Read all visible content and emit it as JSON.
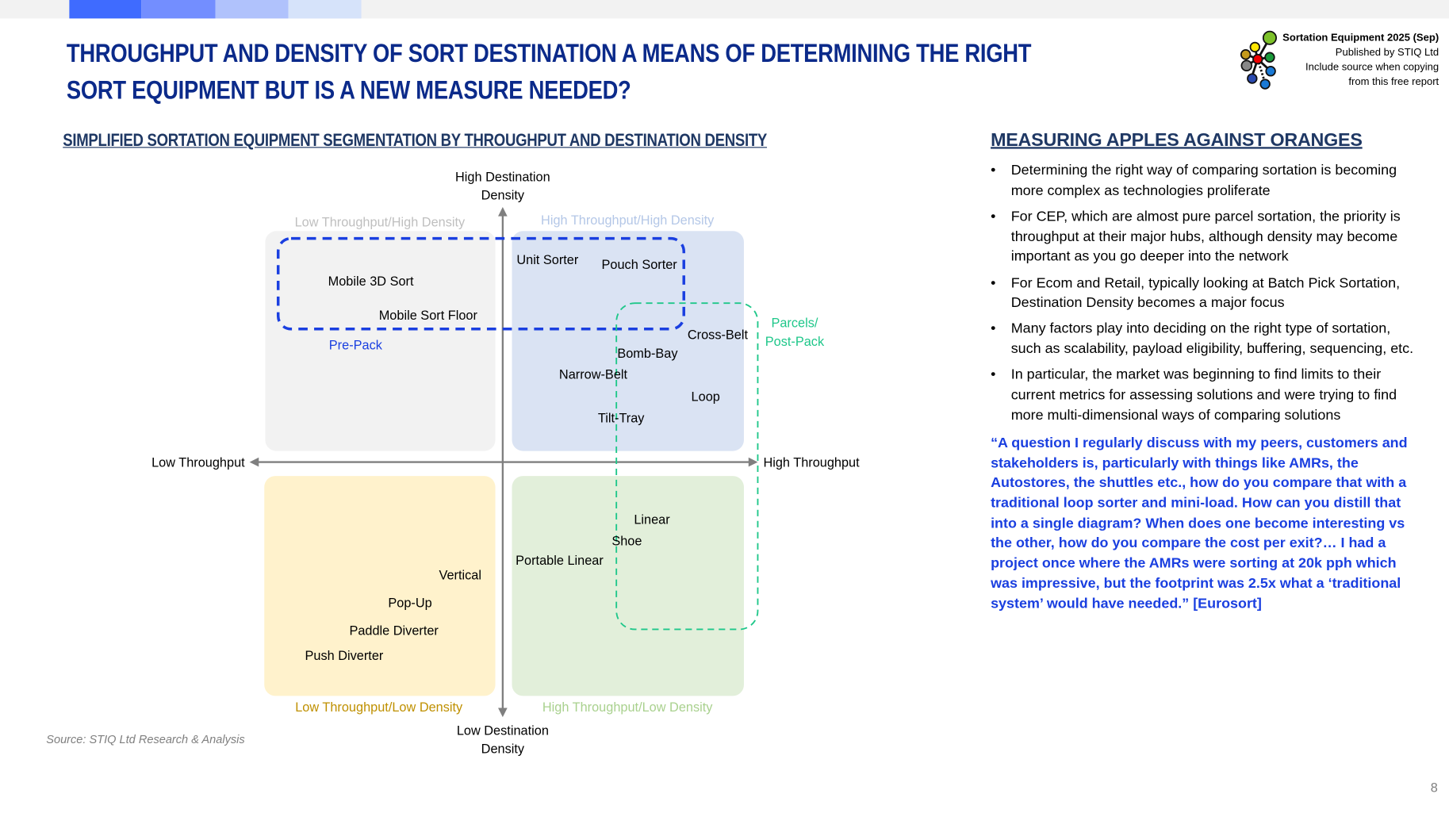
{
  "header": {
    "title_line1": "THROUGHPUT AND DENSITY OF SORT DESTINATION A MEANS OF DETERMINING THE RIGHT",
    "title_line2": "SORT EQUIPMENT BUT IS A NEW MEASURE NEEDED?",
    "progress_colors": [
      "#3f6bff",
      "#738eff",
      "#b0c2fc",
      "#d6e3fa"
    ]
  },
  "logo": {
    "line1": "Sortation Equipment 2025 (Sep)",
    "line2": "Published by STIQ Ltd",
    "line3": "Include source when copying",
    "line4": "from this free report"
  },
  "chart": {
    "subtitle": "SIMPLIFIED SORTATION EQUIPMENT SEGMENTATION BY THROUGHPUT AND DESTINATION DENSITY",
    "axes": {
      "top_line1": "High Destination",
      "top_line2": "Density",
      "bottom_line1": "Low Destination",
      "bottom_line2": "Density",
      "left": "Low Throughput",
      "right": "High Throughput"
    },
    "quadrants": {
      "tl": "Low Throughput/High Density",
      "tr": "High Throughput/High Density",
      "bl": "Low Throughput/Low Density",
      "br": "High Throughput/Low Density"
    },
    "groups": {
      "prepack": "Pre-Pack",
      "parcels_line1": "Parcels/",
      "parcels_line2": "Post-Pack"
    },
    "equipment": {
      "mobile3d": "Mobile 3D Sort",
      "mobilefloor": "Mobile Sort Floor",
      "unit": "Unit Sorter",
      "pouch": "Pouch Sorter",
      "crossbelt": "Cross-Belt",
      "bombbay": "Bomb-Bay",
      "narrowbelt": "Narrow-Belt",
      "loop": "Loop",
      "tilttray": "Tilt-Tray",
      "linear": "Linear",
      "shoe": "Shoe",
      "portable": "Portable Linear",
      "vertical": "Vertical",
      "popup": "Pop-Up",
      "paddle": "Paddle Diverter",
      "push": "Push Diverter"
    },
    "source": "Source: STIQ Ltd Research & Analysis"
  },
  "side": {
    "heading": "MEASURING APPLES AGAINST ORANGES",
    "bullets": [
      "Determining the right way of comparing sortation is becoming more complex as technologies proliferate",
      "For CEP, which are almost pure parcel sortation, the priority is throughput at their major hubs, although density may become important as you go deeper into the network",
      "For Ecom and Retail, typically looking at Batch Pick Sortation, Destination Density becomes a major focus",
      "Many factors play into deciding on the right type of sortation, such as scalability, payload eligibility, buffering, sequencing, etc.",
      "In particular, the market was beginning to find limits to their current metrics for assessing solutions and were trying to find more multi-dimensional ways of comparing solutions"
    ],
    "quote": "“A question I regularly discuss with my peers, customers and stakeholders is, particularly with things like AMRs, the Autostores, the shuttles etc., how do you compare that with a traditional loop sorter and mini-load. How can you distill that into a single diagram? When does one become interesting vs the other, how do you compare the cost per exit?… I had a project once where the AMRs were sorting at 20k pph which was impressive, but the footprint was 2.5x what a ‘traditional system’ would have needed.” [Eurosort]"
  },
  "page_number": "8"
}
